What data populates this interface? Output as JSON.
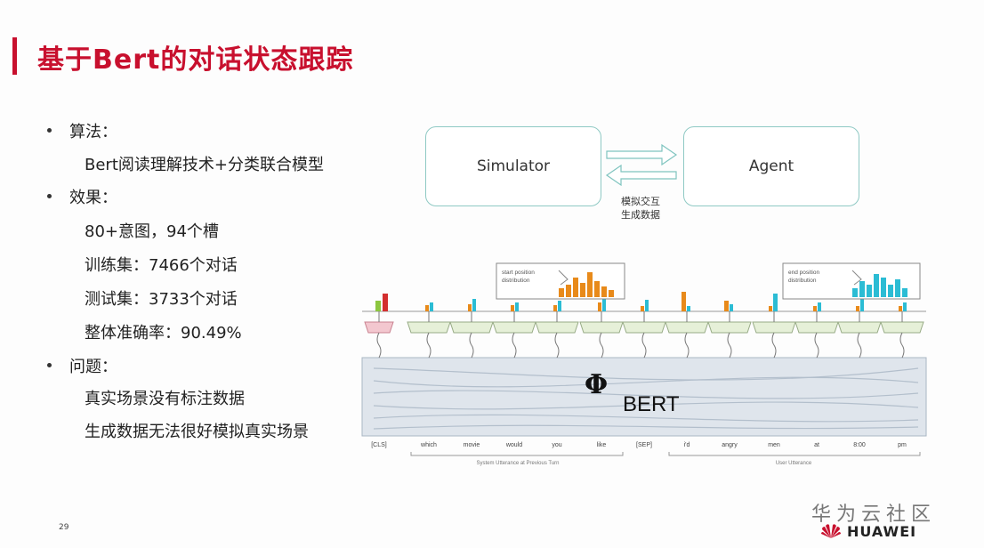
{
  "slide": {
    "title": "基于Bert的对话状态跟踪",
    "page_number": "29"
  },
  "bullets": [
    {
      "heading": "算法：",
      "items": [
        "Bert阅读理解技术+分类联合模型"
      ]
    },
    {
      "heading": "效果：",
      "items": [
        "80+意图，94个槽",
        "训练集：7466个对话",
        "测试集：3733个对话",
        "整体准确率：90.49%"
      ]
    },
    {
      "heading": "问题：",
      "items": [
        "真实场景没有标注数据",
        "生成数据无法很好模拟真实场景"
      ]
    }
  ],
  "top_diagram": {
    "left_box": "Simulator",
    "right_box": "Agent",
    "arrow_label_line1": "模拟交互",
    "arrow_label_line2": "生成数据",
    "box_border_color": "#8fc9c4"
  },
  "bert_diagram": {
    "encoder_label_symbol": "Φ",
    "encoder_label_text": "BERT",
    "callout_left": [
      "start position",
      "distribution"
    ],
    "callout_right": [
      "end position",
      "distribution"
    ],
    "tokens": [
      "[CLS]",
      "which",
      "movie",
      "would",
      "you",
      "like",
      "[SEP]",
      "i'd",
      "angry",
      "men",
      "at",
      "8:00",
      "pm"
    ],
    "segment_left": "System Utterance at Previous Turn",
    "segment_right": "User Utterance",
    "bar_colors": {
      "orange": "#e88a1a",
      "cyan": "#2bbcd4",
      "green": "#8cc63f",
      "red": "#d32f2f"
    }
  },
  "footer": {
    "community": "华为云社区",
    "brand": "HUAWEI",
    "brand_color": "#c8102e"
  }
}
